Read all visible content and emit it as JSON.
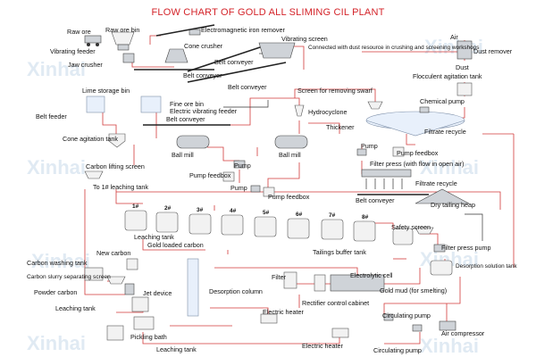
{
  "title": "FLOW CHART OF GOLD ALL SLIMING CIL PLANT",
  "watermark": "Xinhai",
  "labels": {
    "raw_ore": "Raw ore",
    "raw_ore_bin": "Raw ore bin",
    "vibrating_feeder": "Vibrating feeder",
    "jaw_crusher": "Jaw crusher",
    "cone_crusher": "Cone crusher",
    "electromagnetic_iron_remover": "Electromagnetic iron remover",
    "vibrating_screen": "Vibrating screen",
    "belt_conveyer_1": "Belt conveyer",
    "belt_conveyer_2": "Belt conveyer",
    "belt_conveyer_3": "Belt conveyer",
    "belt_conveyer_4": "Belt conveyer",
    "belt_conveyer_5": "Belt conveyer",
    "dust_note": "Connected with dust resource in crushing and screening workshops",
    "air": "Air",
    "dust_remover": "Dust remover",
    "dust": "Dust",
    "flocculent_agitation_tank": "Flocculent agitation tank",
    "lime_storage_bin": "Lime storage bin",
    "fine_ore_bin": "Fine ore bin",
    "electric_vibrating_feeder": "Electric vibrating feeder",
    "screen_swarf": "Screen for removing swarf",
    "chemical_pump": "Chemical pump",
    "belt_feeder": "Belt feeder",
    "hydrocyclone": "Hydrocyclone",
    "thickener": "Thickener",
    "filtrate_recycle_1": "Filtrate recycle",
    "cone_agitation_tank": "Cone agitation tank",
    "ball_mill_1": "Ball mill",
    "ball_mill_2": "Ball mill",
    "pump": "Pump",
    "pump_feedbox_1": "Pump feedbox",
    "pump_feedbox_2": "Pump feedbox",
    "pump_feedbox_3": "Pump feedbox",
    "pump_2": "Pump",
    "pump_3": "Pump",
    "carbon_lifting_screen": "Carbon lifting screen",
    "to_leaching": "To 1# leaching tank",
    "filter_press": "Filter press (with flow in open air)",
    "filtrate_recycle_2": "Filtrate recycle",
    "dry_tailing_heap": "Dry tailing heap",
    "tank_1": "1#",
    "tank_2": "2#",
    "tank_3": "3#",
    "tank_4": "4#",
    "tank_5": "5#",
    "tank_6": "6#",
    "tank_7": "7#",
    "tank_8": "8#",
    "leaching_tank_1": "Leaching tank",
    "gold_loaded_carbon": "Gold loaded carbon",
    "tailings_buffer_tank": "Tailings buffer tank",
    "safety_screen": "Safety screen",
    "filter_press_pump": "Filter press pump",
    "carbon_washing_tank": "Carbon washing tank",
    "new_carbon": "New carbon",
    "carbon_slurry": "Carbon slurry separating screen",
    "desorption_solution_tank": "Desorption solution tank",
    "powder_carbon": "Powder carbon",
    "jet_device": "Jet device",
    "desorption_column": "Desorption column",
    "filter": "Filter",
    "electrolytic_cell": "Electrolytic cell",
    "gold_mud": "Gold mud (for smelting)",
    "rectifier": "Rectifier control cabinet",
    "leaching_tank_2": "Leaching tank",
    "electric_heater_1": "Electric heater",
    "circulating_pump_1": "Circulating pump",
    "pickling_bath": "Pickling bath",
    "air_compressor": "Air compressor",
    "leaching_tank_3": "Leaching tank",
    "electric_heater_2": "Electric heater",
    "circulating_pump_2": "Circulating pump"
  }
}
